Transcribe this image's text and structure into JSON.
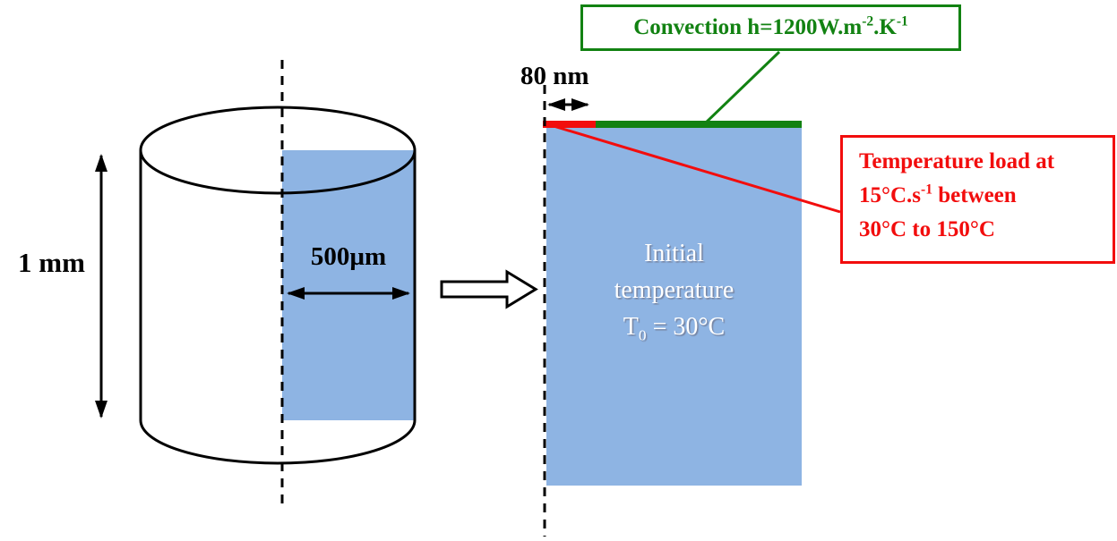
{
  "colors": {
    "section_fill": "#8EB4E3",
    "convection_green": "#128212",
    "load_red": "#F20D0D",
    "outline_black": "#000000",
    "background": "#FFFFFF"
  },
  "cylinder": {
    "height_label": "1 mm",
    "radius_label": "500µm"
  },
  "section": {
    "thickness_label": "80 nm",
    "initial_line1": "Initial",
    "initial_line2": "temperature",
    "initial_line3_base": "T",
    "initial_line3_sub": "0",
    "initial_line3_rest": " = 30°C"
  },
  "convection_callout": {
    "text_main": "Convection h=1200W.m",
    "sup_1": "-2",
    "text_mid": ".K",
    "sup_2": "-1"
  },
  "load_callout": {
    "line1": "Temperature load at",
    "line2_pre": "15°C.s",
    "line2_sup": "-1",
    "line2_post": " between",
    "line3": "30°C to 150°C"
  }
}
